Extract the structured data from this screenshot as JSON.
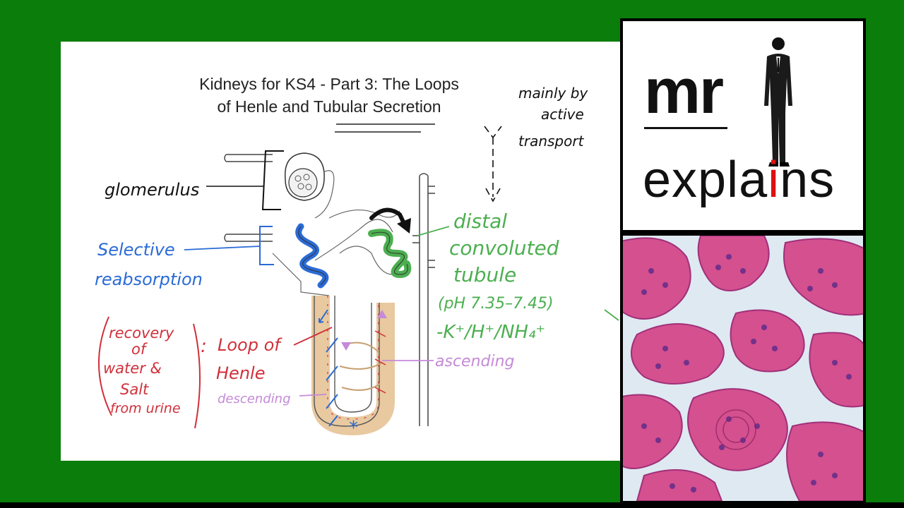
{
  "slide": {
    "title_line1": "Kidneys for KS4 - Part 3: The Loops",
    "title_line2": "of Henle and Tubular Secretion"
  },
  "annotations": {
    "glomerulus": "glomerulus",
    "selective_line1": "Selective",
    "selective_line2": "reabsorption",
    "recovery_line1": "recovery",
    "recovery_line2": "of",
    "recovery_line3": "water &",
    "recovery_line4": "Salt",
    "recovery_line5": "from urine",
    "loop_line1": "Loop of",
    "loop_line2": "Henle",
    "descending": "descending",
    "ascending": "ascending",
    "mainly_line1": "mainly by",
    "mainly_line2": "active",
    "mainly_line3": "transport",
    "distal_line1": "distal",
    "distal_line2": "convoluted",
    "distal_line3": "tubule",
    "ph": "(pH 7.35–7.45)",
    "ions": "-K⁺/H⁺/NH₄⁺",
    "asterisk": "*"
  },
  "colors": {
    "green_frame": "#0a7d0a",
    "blue": "#2a6bd6",
    "green_ink": "#4caf50",
    "red_ink": "#d0303a",
    "purple_ink": "#c58ad8",
    "tubule_tan": "#e8c9a0"
  },
  "logo": {
    "mr": "mr",
    "explains_pre": "expla",
    "explains_i": "i",
    "explains_post": "ns"
  }
}
